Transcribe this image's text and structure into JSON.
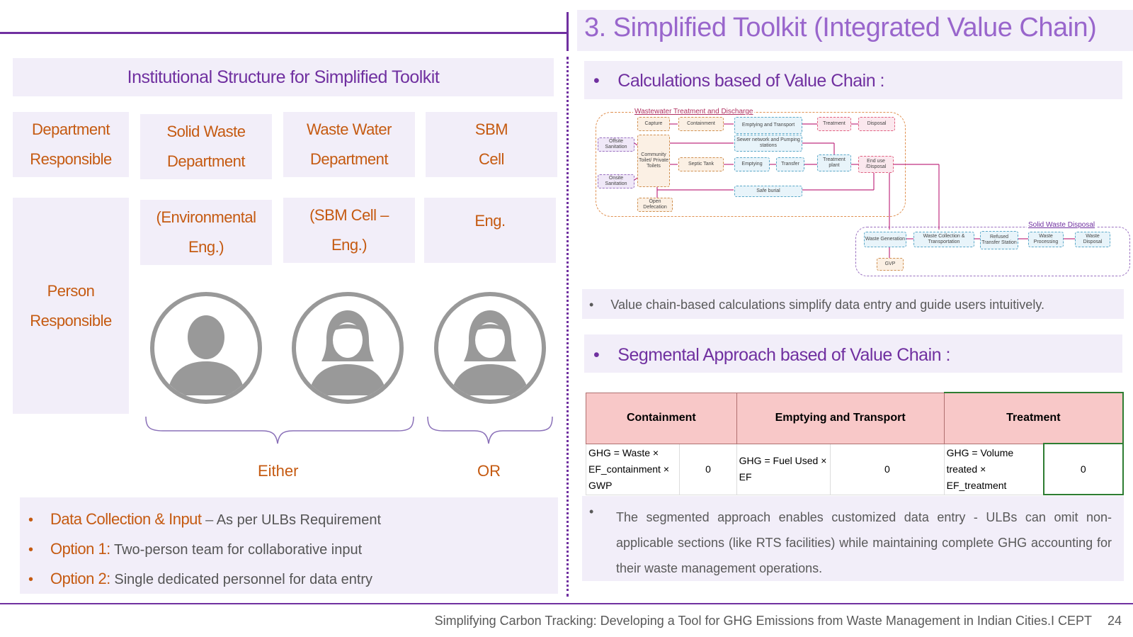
{
  "slide": {
    "title": "3. Simplified Toolkit (Integrated Value Chain)",
    "footer_text": "Simplifying Carbon Tracking: Developing a Tool for GHG Emissions from Waste Management in Indian Cities.I CEPT",
    "page_number": "24"
  },
  "left": {
    "heading": "Institutional Structure for Simplified Toolkit",
    "row_label_dept": [
      "Department",
      "Responsible"
    ],
    "row_label_person": [
      "Person",
      "Responsible"
    ],
    "departments": [
      {
        "line1": "Solid Waste",
        "line2": "Department",
        "person1": "(Environmental",
        "person2": "Eng.)"
      },
      {
        "line1": "Waste Water",
        "line2": "Department",
        "person1": "(SBM Cell –",
        "person2": "Eng.)"
      },
      {
        "line1": "SBM",
        "line2": "Cell",
        "person1": "Eng.",
        "person2": ""
      }
    ],
    "either_label": "Either",
    "or_label": "OR",
    "bullets": [
      {
        "key": "Data Collection & Input",
        "sep": " – ",
        "text": "As per ULBs Requirement"
      },
      {
        "key": "Option 1:",
        "sep": " ",
        "text": "Two-person team for collaborative input"
      },
      {
        "key": "Option 2:",
        "sep": "  ",
        "text": "Single dedicated personnel for data entry"
      }
    ]
  },
  "right": {
    "calc_heading": "Calculations based of Value Chain :",
    "calc_note": "Value chain-based calculations simplify data entry and guide users intuitively.",
    "seg_heading": "Segmental Approach based of Value Chain :",
    "seg_note": "The segmented approach enables customized data entry - ULBs can omit non-applicable sections (like RTS facilities) while maintaining complete GHG accounting for their waste management operations.",
    "diagram": {
      "wastewater_label": "Wastewater Treatment and Discharge",
      "solid_label": "Solid Waste Disposal",
      "boxes": {
        "capture": "Capture",
        "containment": "Containment",
        "emptying_transport": "Emptying and Transport",
        "treatment": "Treatment",
        "disposal": "Disposal",
        "offsite": "Offsite Sanitation",
        "onsite": "Onsite Sanitation",
        "community": "Community Toilet/ Private Toilets",
        "sewer": "Sewer network and Pumping stations",
        "septic": "Septic Tank",
        "emptying": "Emptying",
        "transfer": "Transfer",
        "treatment_plant": "Treatment plant",
        "enduse": "End use /Disposal",
        "safeburial": "Safe burial",
        "open_def": "Open Defecation",
        "waste_gen": "Waste Generation",
        "collection": "Waste Collection & Transportation",
        "refused": "Refused Transfer Station",
        "processing": "Waste Processing",
        "waste_disposal": "Waste Disposal",
        "gvp": "GVP"
      }
    },
    "table": {
      "headers": [
        "Containment",
        "Emptying and Transport",
        "Treatment"
      ],
      "cells": [
        {
          "formula": "GHG = Waste × EF_containment × GWP",
          "value": "0"
        },
        {
          "formula": "GHG = Fuel Used × EF",
          "value": "0"
        },
        {
          "formula": "GHG = Volume treated × EF_treatment",
          "value": "0"
        }
      ]
    }
  },
  "colors": {
    "accent_purple": "#7030a0",
    "title_purple": "#9966cc",
    "label_orange": "#c55a11",
    "panel_lavender": "#f2eef9",
    "header_pink": "#f8c8c8",
    "selected_cell_green": "#2e7d32"
  },
  "icons": [
    "person-male-icon",
    "person-female-icon",
    "person-female-icon"
  ]
}
